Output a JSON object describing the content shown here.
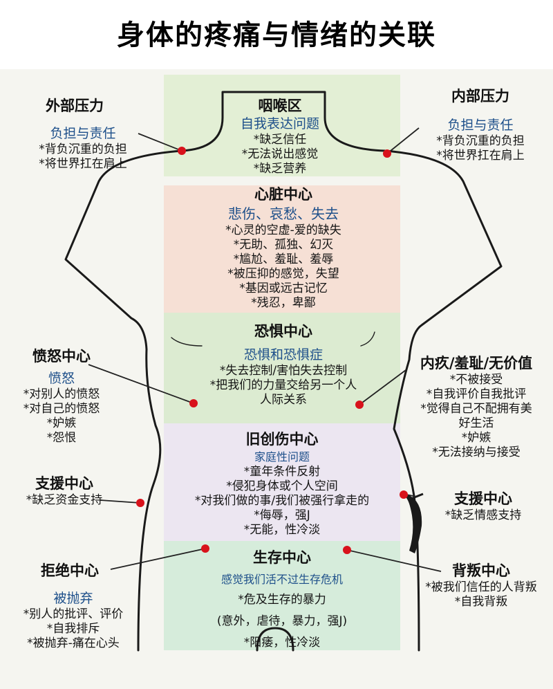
{
  "title": "身体的疼痛与情绪的关联",
  "colors": {
    "throat_zone": "#e3efd5",
    "heart_zone": "#f6e0d5",
    "fear_zone": "#dcebd1",
    "trauma_zone": "#ece6f1",
    "survival_zone": "#d6ecdb",
    "marker": "#d8121b",
    "heading_blue": "#1d4f8a"
  },
  "throat": {
    "heading": "咽喉区",
    "subtitle": "自我表达问题",
    "items": [
      "*缺乏信任",
      "*无法说出感觉",
      "*缺乏营养"
    ]
  },
  "heart": {
    "heading": "心脏中心",
    "subtitle": "悲伤、哀愁、失去",
    "items": [
      "*心灵的空虚-爱的缺失",
      "*无助、孤独、幻灭",
      "*尴尬、羞耻、羞辱",
      "*被压抑的感觉，失望",
      "*基因或远古记忆",
      "*残忍，卑鄙"
    ]
  },
  "fear": {
    "heading": "恐惧中心",
    "subtitle": "恐惧和恐惧症",
    "items": [
      "*失去控制/害怕失去控制",
      "*把我们的力量交给另一个人",
      "人际关系"
    ]
  },
  "trauma": {
    "heading": "旧创伤中心",
    "subtitle": "家庭性问题",
    "items": [
      "*童年条件反射",
      "*侵犯身体或个人空间",
      "*对我们做的事/我们被强行拿走的",
      "*侮辱，强J",
      "*无能，性冷淡"
    ]
  },
  "survival": {
    "heading": "生存中心",
    "subtitle": "感觉我们活不过生存危机",
    "items": [
      "*危及生存的暴力",
      "(意外，虐待，暴力，强J)",
      "*阳痿，性冷淡"
    ]
  },
  "outer_pressure": {
    "heading": "外部压力",
    "subtitle": "负担与责任",
    "items": [
      "*背负沉重的负担",
      "*将世界扛在肩上"
    ]
  },
  "inner_pressure": {
    "heading": "内部压力",
    "subtitle": "负担与责任",
    "items": [
      "*背负沉重的负担",
      "*将世界扛在肩上"
    ]
  },
  "anger": {
    "heading": "愤怒中心",
    "subtitle": "愤怒",
    "items": [
      "*对别人的愤怒",
      "*对自己的愤怒",
      "*妒嫉",
      "*怨恨"
    ]
  },
  "guilt": {
    "heading": "内疚/羞耻/无价值",
    "items": [
      "*不被接受",
      "*自我评价自我批评",
      "*觉得自己不配拥有美",
      "好生活",
      "*妒嫉",
      "*无法接纳与接受"
    ]
  },
  "support_left": {
    "heading": "支援中心",
    "items": [
      "*缺乏资金支持"
    ]
  },
  "support_right": {
    "heading": "支援中心",
    "items": [
      "*缺乏情感支持"
    ]
  },
  "rejection": {
    "heading": "拒绝中心",
    "subtitle": "被抛弃",
    "items": [
      "*别人的批评、评价",
      "*自我排斥",
      "*被抛弃-痛在心头"
    ]
  },
  "betrayal": {
    "heading": "背叛中心",
    "items": [
      "*被我们信任的人背叛",
      "*自我背叛"
    ]
  }
}
